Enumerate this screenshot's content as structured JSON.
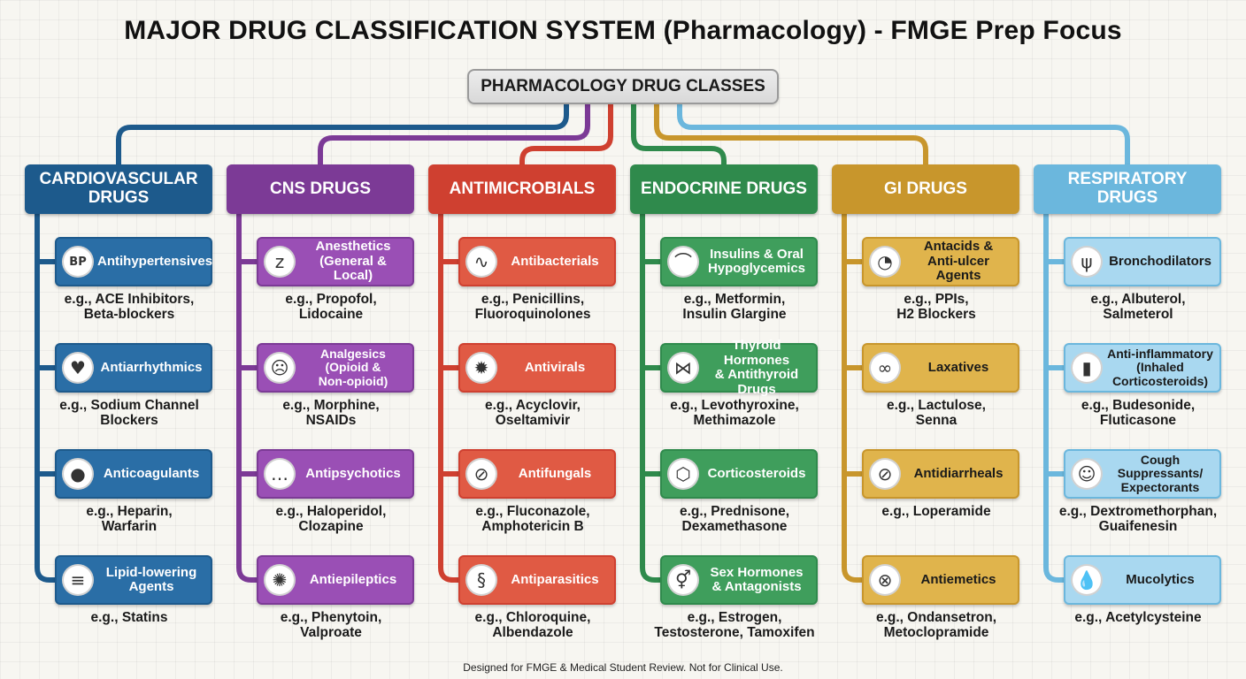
{
  "title": "MAJOR DRUG CLASSIFICATION SYSTEM (Pharmacology) - FMGE Prep Focus",
  "root_label": "PHARMACOLOGY DRUG CLASSES",
  "footer": "Designed for FMGE & Medical Student Review. Not for Clinical Use.",
  "colors": {
    "cardiovascular": "#1d5a8c",
    "cns": "#7c3a96",
    "antimicrobials": "#cf4030",
    "endocrine": "#2f8a4c",
    "gi": "#c8962c",
    "respiratory": "#6bb7dd"
  },
  "categories": [
    {
      "id": "cardiovascular",
      "label": "CARDIOVASCULAR\nDRUGS",
      "subclasses": [
        {
          "label": "Antihypertensives",
          "icon": "bp-monitor-icon",
          "glyph": "BP",
          "example": "e.g., ACE Inhibitors,\nBeta-blockers"
        },
        {
          "label": "Antiarrhythmics",
          "icon": "heart-rhythm-icon",
          "glyph": "♥",
          "example": "e.g., Sodium Channel\nBlockers"
        },
        {
          "label": "Anticoagulants",
          "icon": "blood-drop-icon",
          "glyph": "●",
          "example": "e.g., Heparin,\nWarfarin"
        },
        {
          "label": "Lipid-lowering\nAgents",
          "icon": "artery-plaque-icon",
          "glyph": "≡",
          "example": "e.g., Statins"
        }
      ]
    },
    {
      "id": "cns",
      "label": "CNS DRUGS",
      "subclasses": [
        {
          "label": "Anesthetics\n(General & Local)",
          "icon": "sleeping-face-icon",
          "glyph": "z",
          "example": "e.g., Propofol,\nLidocaine"
        },
        {
          "label": "Analgesics\n(Opioid &\nNon-opioid)",
          "icon": "pain-face-icon",
          "glyph": "☹",
          "example": "e.g., Morphine,\nNSAIDs"
        },
        {
          "label": "Antipsychotics",
          "icon": "head-thought-icon",
          "glyph": "…",
          "example": "e.g., Haloperidol,\nClozapine"
        },
        {
          "label": "Antiepileptics",
          "icon": "brain-icon",
          "glyph": "✺",
          "example": "e.g., Phenytoin,\nValproate"
        }
      ]
    },
    {
      "id": "antimicrobials",
      "label": "ANTIMICROBIALS",
      "subclasses": [
        {
          "label": "Antibacterials",
          "icon": "bacteria-icon",
          "glyph": "∿",
          "example": "e.g., Penicillins,\nFluoroquinolones"
        },
        {
          "label": "Antivirals",
          "icon": "virus-shield-icon",
          "glyph": "✹",
          "example": "e.g., Acyclovir,\nOseltamivir"
        },
        {
          "label": "Antifungals",
          "icon": "no-fungus-icon",
          "glyph": "⊘",
          "example": "e.g., Fluconazole,\nAmphotericin B"
        },
        {
          "label": "Antiparasitics",
          "icon": "worm-icon",
          "glyph": "§",
          "example": "e.g., Chloroquine,\nAlbendazole"
        }
      ]
    },
    {
      "id": "endocrine",
      "label": "ENDOCRINE DRUGS",
      "subclasses": [
        {
          "label": "Insulins & Oral\nHypoglycemics",
          "icon": "pancreas-icon",
          "glyph": "⌒",
          "example": "e.g., Metformin,\nInsulin Glargine"
        },
        {
          "label": "Thyroid Hormones\n& Antithyroid Drugs",
          "icon": "thyroid-icon",
          "glyph": "⋈",
          "example": "e.g., Levothyroxine,\nMethimazole"
        },
        {
          "label": "Corticosteroids",
          "icon": "adrenal-molecule-icon",
          "glyph": "⬡",
          "example": "e.g., Prednisone,\nDexamethasone"
        },
        {
          "label": "Sex Hormones\n& Antagonists",
          "icon": "gender-symbols-icon",
          "glyph": "⚥",
          "example": "e.g., Estrogen,\nTestosterone, Tamoxifen"
        }
      ]
    },
    {
      "id": "gi",
      "label": "GI DRUGS",
      "subclasses": [
        {
          "label": "Antacids &\nAnti-ulcer Agents",
          "icon": "stomach-icon",
          "glyph": "◔",
          "example": "e.g., PPIs,\nH2 Blockers"
        },
        {
          "label": "Laxatives",
          "icon": "intestine-icon",
          "glyph": "∞",
          "example": "e.g., Lactulose,\nSenna"
        },
        {
          "label": "Antidiarrheals",
          "icon": "intestine-stop-icon",
          "glyph": "⊘",
          "example": "e.g., Loperamide"
        },
        {
          "label": "Antiemetics",
          "icon": "no-vomit-icon",
          "glyph": "⊗",
          "example": "e.g., Ondansetron,\nMetoclopramide"
        }
      ]
    },
    {
      "id": "respiratory",
      "label": "RESPIRATORY DRUGS",
      "subclasses": [
        {
          "label": "Bronchodilators",
          "icon": "lungs-icon",
          "glyph": "ψ",
          "example": "e.g., Albuterol,\nSalmeterol"
        },
        {
          "label": "Anti-inflammatory\n(Inhaled\nCorticosteroids)",
          "icon": "inhaler-icon",
          "glyph": "▮",
          "example": "e.g., Budesonide,\nFluticasone"
        },
        {
          "label": "Cough\nSuppressants/\nExpectorants",
          "icon": "cough-person-icon",
          "glyph": "☺",
          "example": "e.g., Dextromethorphan,\nGuaifenesin"
        },
        {
          "label": "Mucolytics",
          "icon": "droplet-icon",
          "glyph": "💧",
          "example": "e.g., Acetylcysteine"
        }
      ]
    }
  ]
}
